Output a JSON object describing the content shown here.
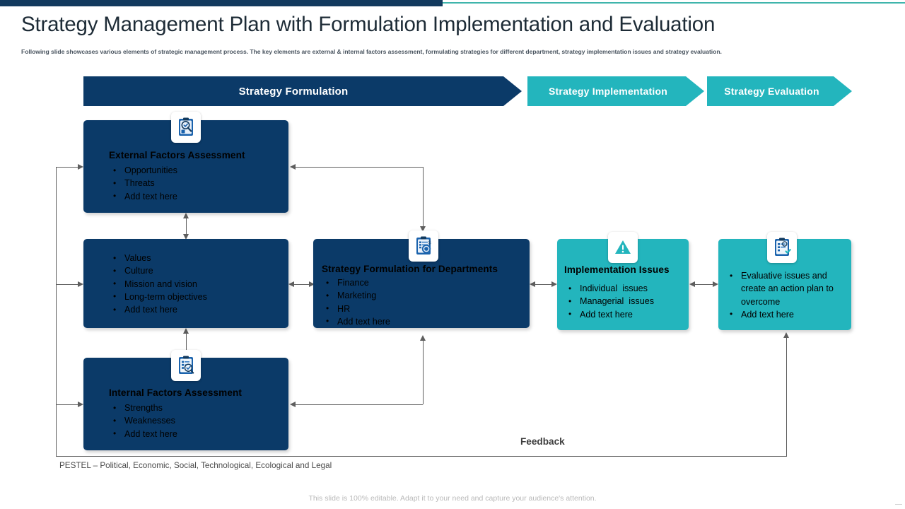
{
  "slide": {
    "title": "Strategy Management Plan with Formulation Implementation and Evaluation",
    "subtitle": "Following slide showcases various elements of strategic management process. The key elements are external & internal factors assessment, formulating strategies for different department, strategy implementation  issues and strategy evaluation.",
    "footer_note": "This slide is 100% editable. Adapt it to your need and capture your audience's attention.",
    "pestel_note": "PESTEL – Political, Economic, Social, Technological,  Ecological and Legal",
    "feedback_label": "Feedback"
  },
  "colors": {
    "navy": "#0b3a68",
    "teal": "#23b5bd",
    "top_rule_navy": "#123a5e",
    "top_rule_teal": "#3fb5ac",
    "connector": "#5e5e5e",
    "title_text": "#1d2b36"
  },
  "banners": [
    {
      "id": "formulation",
      "label": "Strategy Formulation",
      "color": "#0b3a68"
    },
    {
      "id": "implementation",
      "label": "Strategy Implementation",
      "color": "#23b5bd"
    },
    {
      "id": "evaluation",
      "label": "Strategy Evaluation",
      "color": "#23b5bd"
    }
  ],
  "cards": [
    {
      "id": "external",
      "heading": "External Factors Assessment",
      "icon": "clipboard-search-icon",
      "color": "#0b3a68",
      "bullets": [
        "Opportunities",
        "Threats",
        "Add text here"
      ]
    },
    {
      "id": "values",
      "heading": "",
      "icon": "",
      "color": "#0b3a68",
      "bullets": [
        "Values",
        "Culture",
        "Mission and vision",
        "Long-term objectives",
        "Add text here"
      ]
    },
    {
      "id": "departments",
      "heading": "Strategy Formulation for Departments",
      "icon": "clipboard-finance-icon",
      "color": "#0b3a68",
      "bullets": [
        "Finance",
        "Marketing",
        "HR",
        "Add text here"
      ]
    },
    {
      "id": "implementation-issues",
      "heading": "Implementation Issues",
      "icon": "warning-triangle-icon",
      "color": "#23b5bd",
      "bullets": [
        "Individual  issues",
        "Managerial  issues",
        "Add text here"
      ]
    },
    {
      "id": "evaluation-issues",
      "heading": "",
      "icon": "clipboard-check-icon",
      "color": "#23b5bd",
      "bullets": [
        "Evaluative issues and create an action plan to overcome",
        "Add text here"
      ]
    },
    {
      "id": "internal",
      "heading": "Internal Factors Assessment",
      "icon": "checklist-search-icon",
      "color": "#0b3a68",
      "bullets": [
        "Strengths",
        "Weaknesses",
        "Add text here"
      ]
    }
  ]
}
